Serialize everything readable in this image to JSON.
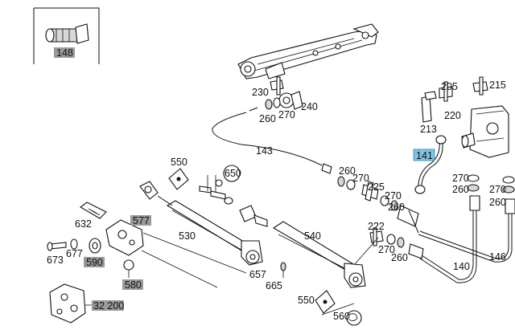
{
  "labels": {
    "l148": "148",
    "l230": "230",
    "l260a": "260",
    "l270a": "270",
    "l240": "240",
    "l143": "143",
    "l205": "205",
    "l215": "215",
    "l213": "213",
    "l220": "220",
    "l141": "141",
    "l260b": "260",
    "l270b": "270",
    "l225": "225",
    "l270c": "270",
    "l260c": "260",
    "l270d": "270",
    "l260d": "260",
    "l270e": "270",
    "l260e": "260",
    "l222": "222",
    "l270f": "270",
    "l260f": "260",
    "l140": "140",
    "l146": "146",
    "l550a": "550",
    "l650": "650",
    "l530": "530",
    "l540": "540",
    "l632": "632",
    "l577": "577",
    "l673": "673",
    "l677": "677",
    "l590": "590",
    "l580": "580",
    "l657": "657",
    "l665": "665",
    "l550b": "550",
    "l560": "560",
    "l32200": "32 200"
  }
}
